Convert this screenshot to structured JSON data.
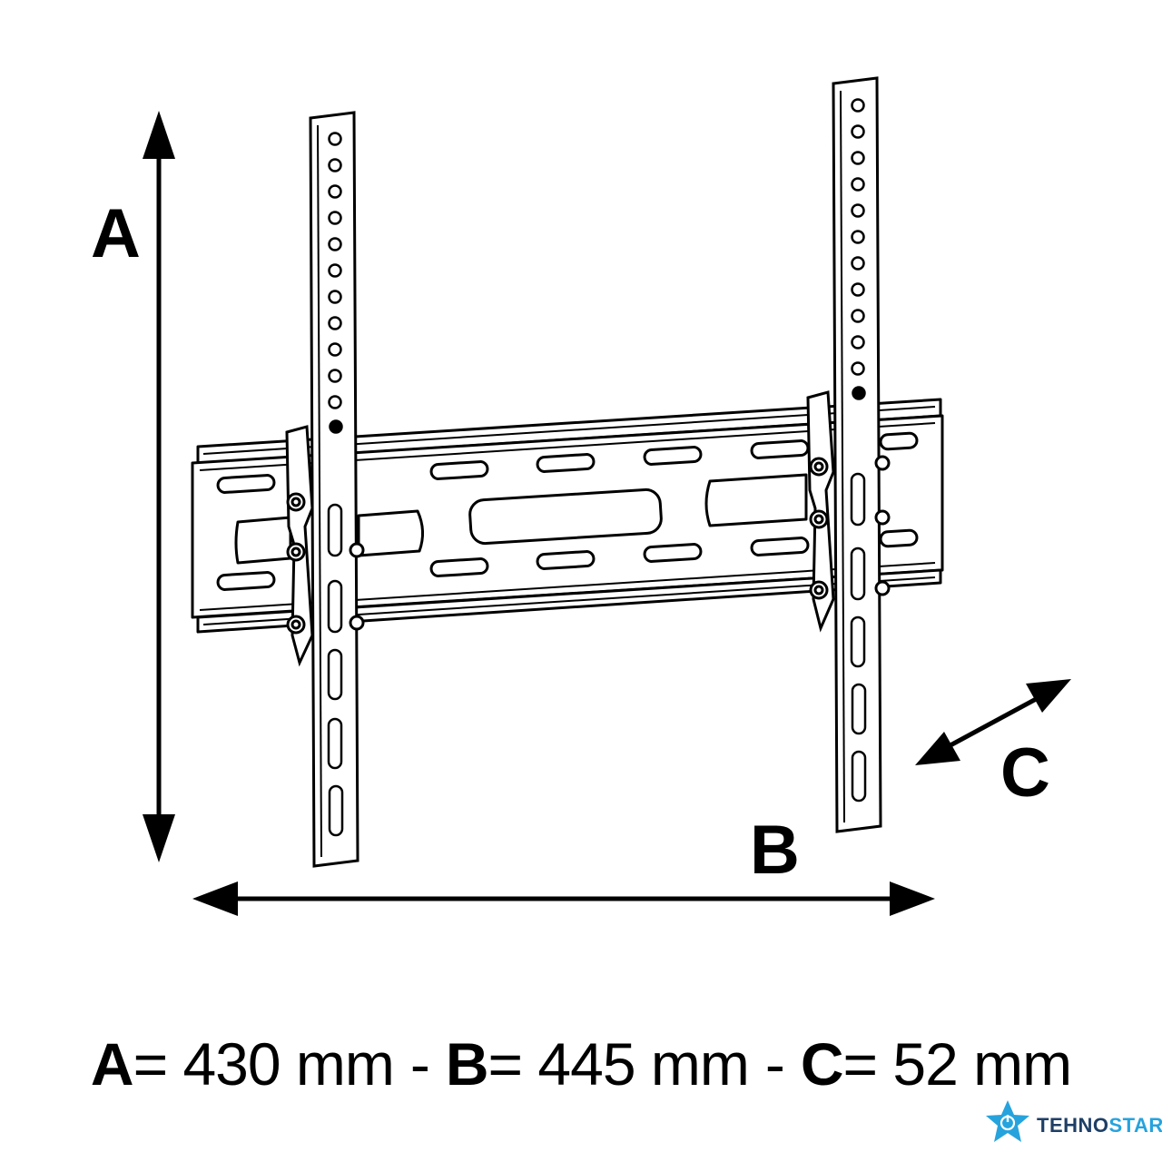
{
  "diagram": {
    "label_a": "A",
    "label_b": "B",
    "label_c": "C"
  },
  "caption": {
    "a_key": "A",
    "a_value": "= 430 mm",
    "sep1": "-",
    "b_key": "B",
    "b_value": "= 445 mm",
    "sep2": "-",
    "c_key": "C",
    "c_value": "= 52 mm"
  },
  "logo": {
    "text_part1": "TEHNO",
    "text_part2": "STAR",
    "icon": "star-power-icon",
    "colors": {
      "dark": "#1e3f66",
      "light": "#26a3dd"
    }
  }
}
